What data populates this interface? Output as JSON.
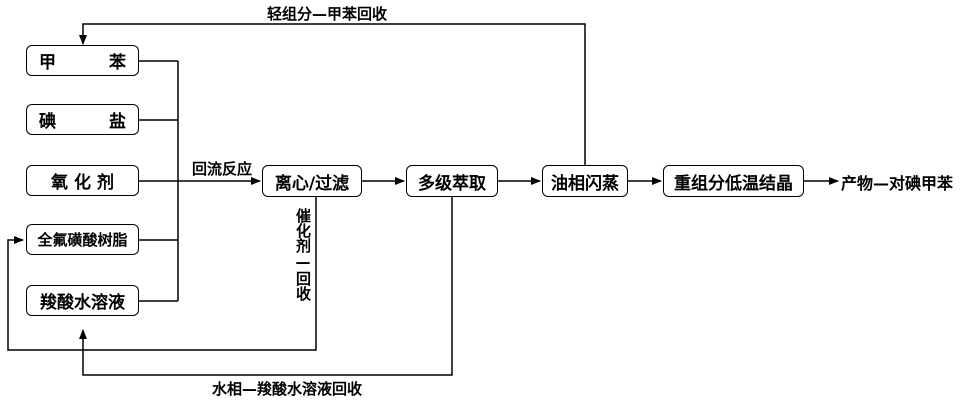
{
  "inputs": {
    "toluene": "甲　苯",
    "iodine_salt": "碘　盐",
    "oxidant": "氧化剂",
    "resin": "全氟磺酸树脂",
    "acid_solution": "羧酸水溶液"
  },
  "steps": {
    "centrifuge": "离心/过滤",
    "extraction": "多级萃取",
    "flash": "油相闪蒸",
    "crystallization": "重组分低温结晶"
  },
  "labels": {
    "reflux": "回流反应",
    "light_recovery": "轻组分—甲苯回收",
    "catalyst_recovery": "催化剂—回收",
    "water_recovery": "水相—羧酸水溶液回收",
    "product": "产物—对碘甲苯"
  }
}
